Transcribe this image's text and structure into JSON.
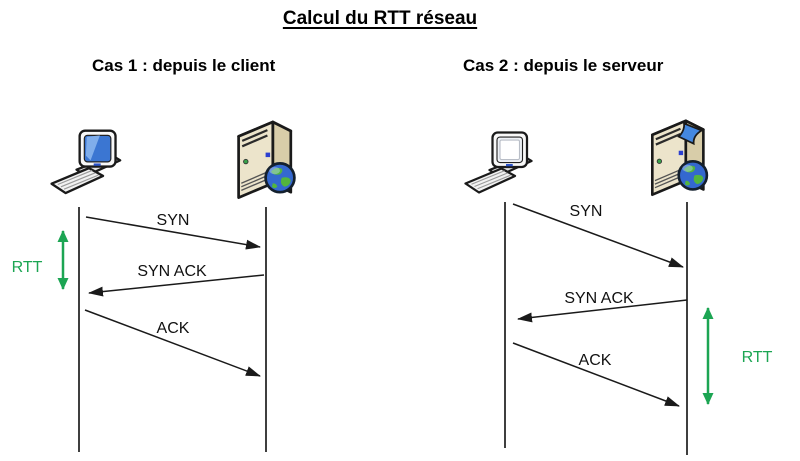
{
  "title": "Calcul du RTT réseau",
  "cases": [
    {
      "heading": "Cas 1 : depuis le client",
      "messages": [
        "SYN",
        "SYN ACK",
        "ACK"
      ],
      "rtt_label": "RTT",
      "left_node": "client-computer",
      "right_node": "server"
    },
    {
      "heading": "Cas 2 : depuis le serveur",
      "messages": [
        "SYN",
        "SYN ACK",
        "ACK"
      ],
      "rtt_label": "RTT",
      "left_node": "client-computer",
      "right_node": "web-server"
    }
  ],
  "icons": {
    "case1_client": "workstation-computer-icon",
    "case1_server": "server-tower-globe-icon",
    "case2_client": "workstation-computer-icon",
    "case2_server": "web-server-tower-globe-icon"
  },
  "colors": {
    "rtt_green": "#1ca553",
    "lifeline_gray": "#3f3f3f",
    "arrow_black": "#1a1a1a",
    "server_beige": "#ece4cb",
    "globe_blue": "#3468cf",
    "screen_blue": "#3b76d2"
  }
}
